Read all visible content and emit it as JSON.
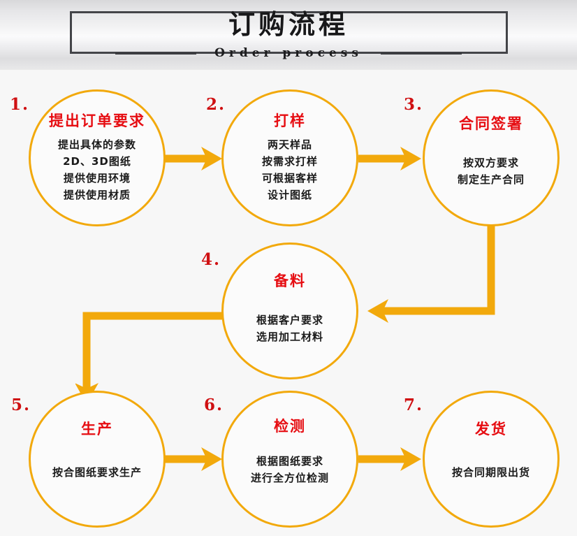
{
  "header": {
    "title_cn": "订购流程",
    "title_en": "Order process"
  },
  "colors": {
    "circle_stroke": "#f2a90c",
    "arrow": "#f2a90c",
    "step_number": "#cf1012",
    "node_title": "#e60d12",
    "node_text": "#1a1a1a",
    "frame": "#434448",
    "background": "#f7f7f7"
  },
  "steps": [
    {
      "number": "1.",
      "title": "提出订单要求",
      "lines": "提出具体的参数\n2D、3D图纸\n提供使用环境\n提供使用材质"
    },
    {
      "number": "2.",
      "title": "打样",
      "lines": "两天样品\n按需求打样\n可根据客样\n设计图纸"
    },
    {
      "number": "3.",
      "title": "合同签署",
      "lines": "按双方要求\n制定生产合同"
    },
    {
      "number": "4.",
      "title": "备料",
      "lines": "根据客户要求\n选用加工材料"
    },
    {
      "number": "5.",
      "title": "生产",
      "lines": "按合图纸要求生产"
    },
    {
      "number": "6.",
      "title": "检测",
      "lines": "根据图纸要求\n进行全方位检测"
    },
    {
      "number": "7.",
      "title": "发货",
      "lines": "按合同期限出货"
    }
  ],
  "connectors": [
    {
      "name": "arrow-step1-to-step2",
      "kind": "straight-right"
    },
    {
      "name": "arrow-step2-to-step3",
      "kind": "straight-right"
    },
    {
      "name": "arrow-step3-to-step4",
      "kind": "elbow-down-left"
    },
    {
      "name": "arrow-step4-to-step5",
      "kind": "elbow-left-down"
    },
    {
      "name": "arrow-step5-to-step6",
      "kind": "straight-right"
    },
    {
      "name": "arrow-step6-to-step7",
      "kind": "straight-right"
    }
  ]
}
